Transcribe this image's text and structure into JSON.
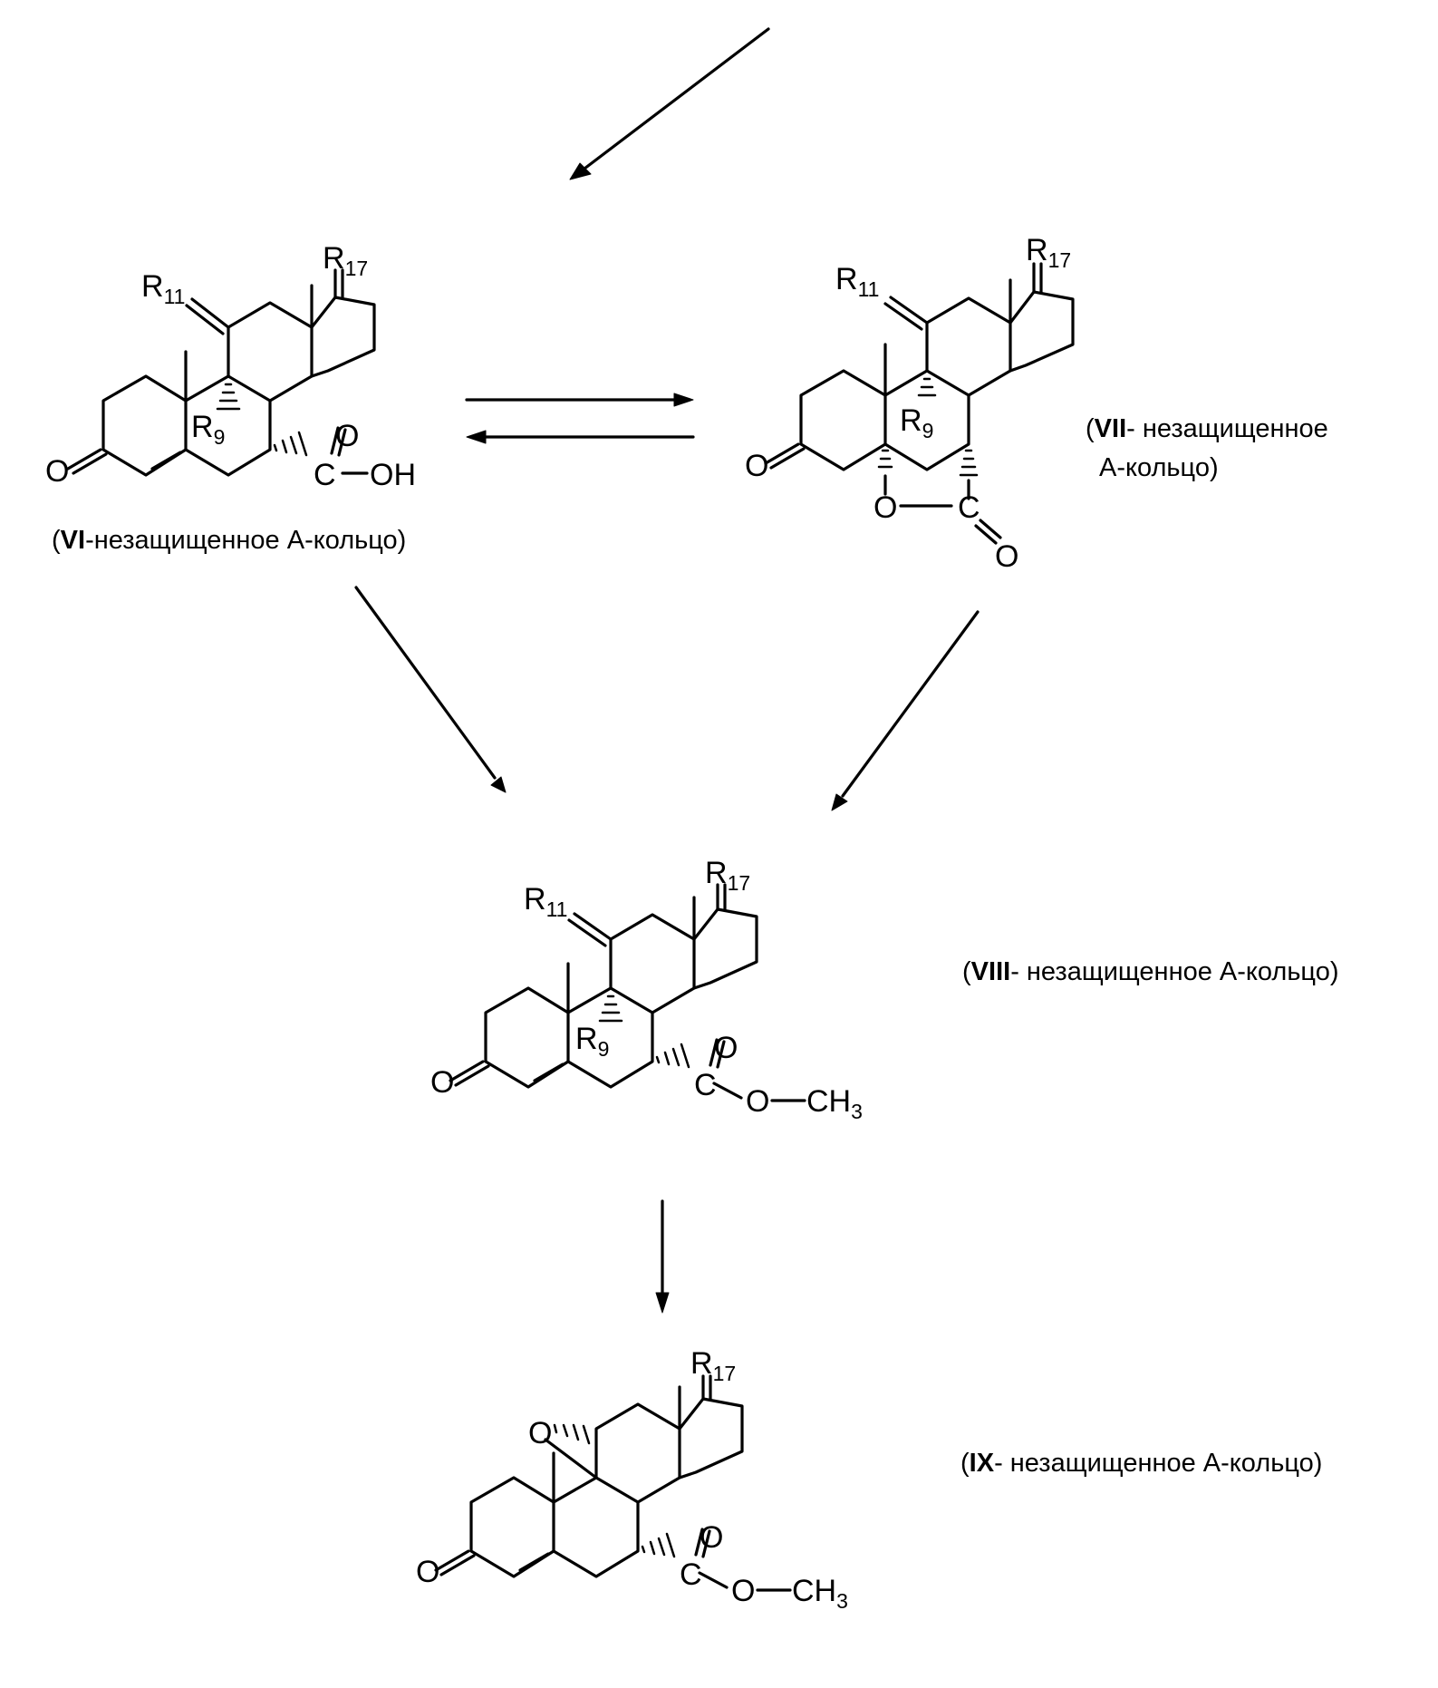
{
  "labels": {
    "r11": "R",
    "r11_sub": "11",
    "r17": "R",
    "r17_sub": "17",
    "r9": "R",
    "r9_sub": "9",
    "oxygen": "O",
    "carbon": "C",
    "hydroxyl": "OH",
    "methyl": "CH",
    "methyl_sub": "3"
  },
  "compounds": [
    {
      "id": "VI",
      "caption_open": "(",
      "caption_bold": "VI",
      "caption_rest": "-незащищенное А-кольцо)"
    },
    {
      "id": "VII",
      "caption_open": "(",
      "caption_bold": "VII",
      "caption_rest": "- незащищенное",
      "caption_line2": "А-кольцо)"
    },
    {
      "id": "VIII",
      "caption_open": "(",
      "caption_bold": "VIII",
      "caption_rest": "- незащищенное А-кольцо)"
    },
    {
      "id": "IX",
      "caption_open": "(",
      "caption_bold": "IX",
      "caption_rest": "- незащищенное А-кольцо)"
    }
  ]
}
